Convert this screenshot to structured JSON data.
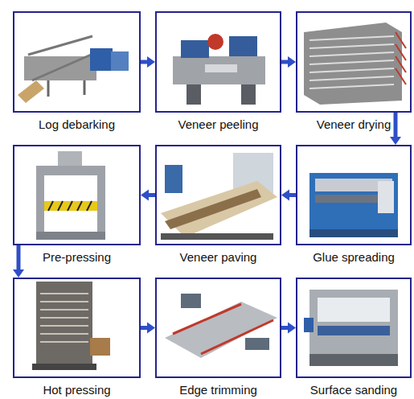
{
  "diagram": {
    "nodes": [
      {
        "text": [
          "Log debarking"
        ]
      },
      {
        "text": [
          "Veneer peeling"
        ]
      },
      {
        "text": [
          "Veneer drying"
        ]
      },
      {
        "text": [
          "Glue spreading"
        ]
      },
      {
        "text": [
          "Veneer paving"
        ]
      },
      {
        "text": [
          "Pre-pressing"
        ]
      },
      {
        "text": [
          "Hot pressing"
        ]
      },
      {
        "text": [
          "Edge trimming"
        ]
      },
      {
        "text": [
          "Surface sanding"
        ]
      }
    ],
    "edges": [
      {
        "from": 0,
        "to": 1,
        "arrow": "to"
      },
      {
        "from": 1,
        "to": 2,
        "arrow": "to"
      },
      {
        "from": 2,
        "to": 3,
        "arrow": "to"
      },
      {
        "from": 3,
        "to": 4,
        "arrow": "to"
      },
      {
        "from": 4,
        "to": 5,
        "arrow": "to"
      },
      {
        "from": 5,
        "to": 6,
        "arrow": "to"
      },
      {
        "from": 6,
        "to": 7,
        "arrow": "to"
      },
      {
        "from": 7,
        "to": 8,
        "arrow": "to"
      }
    ]
  }
}
